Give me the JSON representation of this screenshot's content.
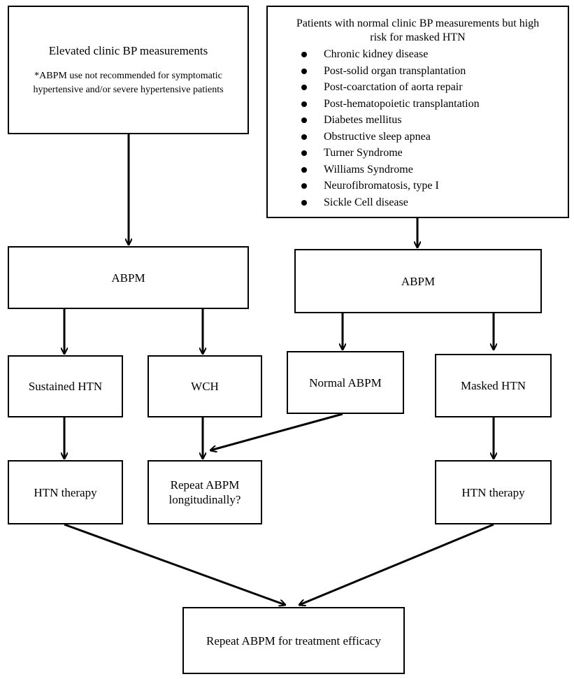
{
  "boxes": {
    "elevated": {
      "title": "Elevated clinic BP measurements",
      "note": "*ABPM use not recommended for symptomatic hypertensive and/or severe hypertensive patients"
    },
    "high_risk": {
      "title": "Patients with normal clinic BP measurements but high risk for masked HTN",
      "items": [
        "Chronic kidney disease",
        "Post-solid organ transplantation",
        "Post-coarctation of aorta repair",
        "Post-hematopoietic transplantation",
        "Diabetes mellitus",
        "Obstructive sleep apnea",
        "Turner Syndrome",
        "Williams Syndrome",
        "Neurofibromatosis, type I",
        "Sickle Cell disease"
      ]
    },
    "abpm_left": "ABPM",
    "abpm_right": "ABPM",
    "sustained": "Sustained HTN",
    "wch": "WCH",
    "normal_abpm": "Normal ABPM",
    "masked": "Masked HTN",
    "therapy_left": "HTN therapy",
    "repeat_long": "Repeat ABPM longitudinally?",
    "therapy_right": "HTN therapy",
    "repeat_efficacy": "Repeat ABPM for treatment efficacy"
  }
}
